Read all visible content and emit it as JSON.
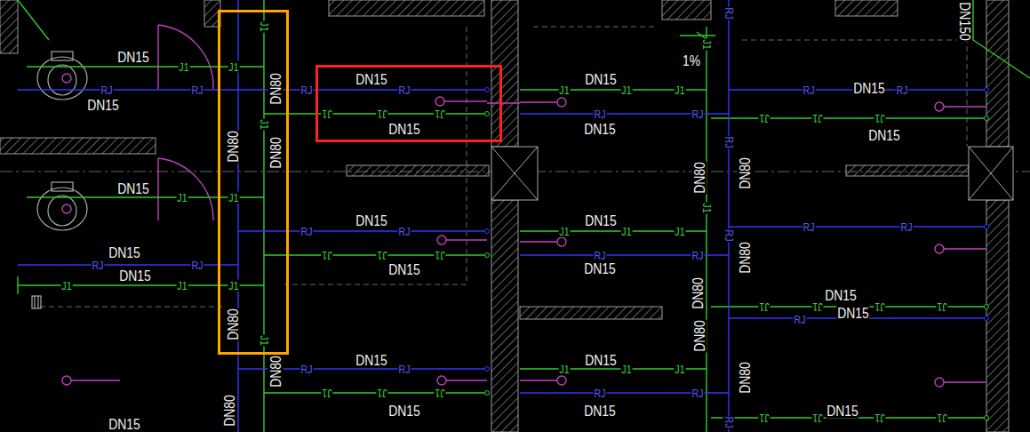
{
  "diagram": {
    "nodes": [
      {
        "text": [
          "J1",
          "J1",
          "DN80",
          "J1",
          "DN80",
          "DN80",
          "J1",
          "J1",
          "DN80",
          "J1"
        ]
      },
      {
        "text": [
          "DN15",
          "RJ",
          "J1",
          "J1",
          "J1",
          "DN15"
        ]
      }
    ],
    "labels": [
      "DN15",
      "J1",
      "RJ",
      "RJ",
      "DN15",
      "DN15",
      "J1",
      "DN15",
      "RJ",
      "RJ",
      "DN15",
      "J1",
      "J1",
      "DN80",
      "DN15",
      "RJ",
      "DN15",
      "RJ",
      "RJ",
      "J1",
      "J1",
      "J1",
      "DN15",
      "DN15",
      "RJ",
      "RJ",
      "J1",
      "J1",
      "J1",
      "DN15",
      "J1",
      "DN15",
      "J1",
      "J1",
      "RJ",
      "RJ",
      "DN15",
      "J1",
      "DN15",
      "J1",
      "J1",
      "RJ",
      "RJ",
      "DN15",
      "J1",
      "DN15",
      "J1",
      "J1",
      "RJ",
      "RJ",
      "DN15",
      "RJ",
      "J1",
      "1%",
      "RJ",
      "DN80",
      "DN80",
      "J1",
      "RJ",
      "DN80",
      "DN80",
      "DN80",
      "DN80",
      "RJ",
      "RJ",
      "DN15",
      "RJ",
      "J1",
      "J1",
      "J1",
      "DN15",
      "RJ",
      "RJ",
      "DN15",
      "J1",
      "J1",
      "J1",
      "J1",
      "DN15",
      "RJ",
      "J1",
      "J1",
      "DN15",
      "J1",
      "J1",
      "DN80",
      "DN150"
    ]
  }
}
